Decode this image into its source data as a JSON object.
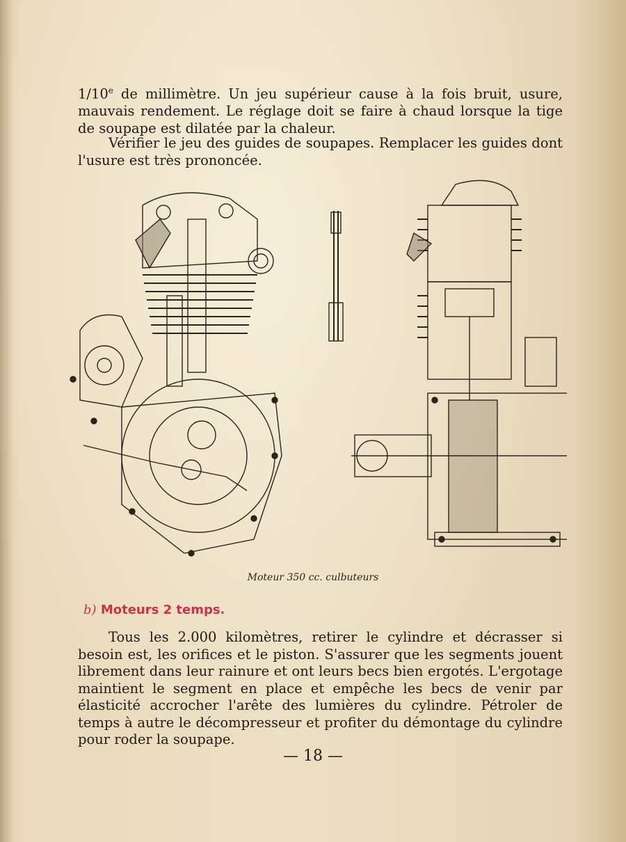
{
  "text": {
    "p1_prefix": "1/10",
    "p1_sup": "e",
    "p1_rest": " de millimètre. Un jeu supérieur cause à la fois bruit, usure, mauvais rendement. Le réglage doit se faire à chaud lorsque la tige de soupape est dilatée par la chaleur.",
    "p2": "Vérifier le jeu des guides de soupapes. Remplacer les guides dont l'usure est très prononcée.",
    "caption": "Moteur 350 cc. culbuteurs",
    "subhead_letter": "b)",
    "subhead_title": "Moteurs 2 temps.",
    "p3": "Tous les 2.000 kilomètres, retirer le cylindre et décrasser si besoin est, les orifices et le piston. S'assurer que les segments jouent librement dans leur rainure et ont leurs becs bien ergotés. L'ergotage maintient le segment en place et empêche les becs de venir par élasticité accrocher l'arête des lumières du cylindre. Pétroler de temps à autre le décompresseur et profiter du démontage du cylindre pour roder la soupape.",
    "page_number": "— 18 —"
  },
  "colors": {
    "paper": "#ead9bb",
    "ink": "#1f1a14",
    "subhead": "#c8324a"
  }
}
